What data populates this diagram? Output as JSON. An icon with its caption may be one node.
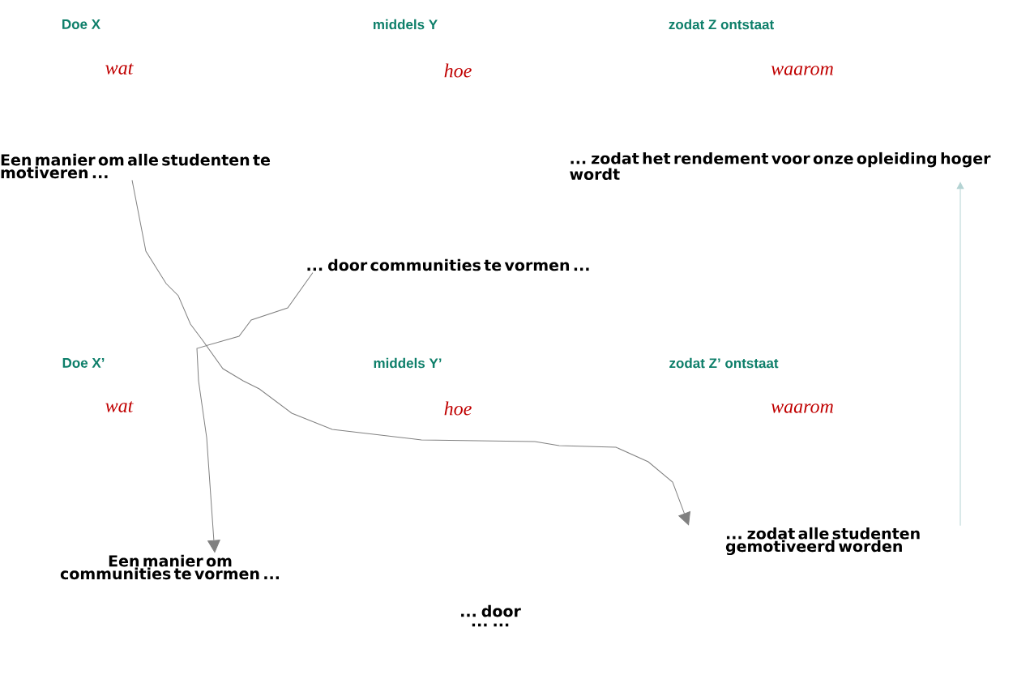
{
  "diagram": {
    "nodes": [
      {
        "text": [
          "Een manier om alle studenten te motiveren ..."
        ]
      },
      {
        "text": [
          "... zodat het rendement voor onze opleiding hoger wordt"
        ]
      },
      {
        "text": [
          "... door communities te vormen ..."
        ]
      },
      {
        "text": [
          "Een manier om communities te vormen ..."
        ]
      },
      {
        "text": [
          "... zodat alle studenten gemotiveerd worden"
        ]
      }
    ],
    "edges": [
      {
        "from": 0,
        "to": 4,
        "arrow": "to"
      },
      {
        "from": 2,
        "to": 3,
        "arrow": "to"
      },
      {
        "from": 4,
        "to": 1,
        "arrow": "to",
        "color": "#b4d3d3"
      }
    ],
    "labels": [
      "Doe X",
      "middels Y",
      "zodat Z ontstaat",
      "wat",
      "hoe",
      "waarom",
      "Doe X’",
      "middels Y’",
      "zodat Z’ ontstaat",
      "wat",
      "hoe",
      "waarom",
      "... door ... ..."
    ]
  }
}
